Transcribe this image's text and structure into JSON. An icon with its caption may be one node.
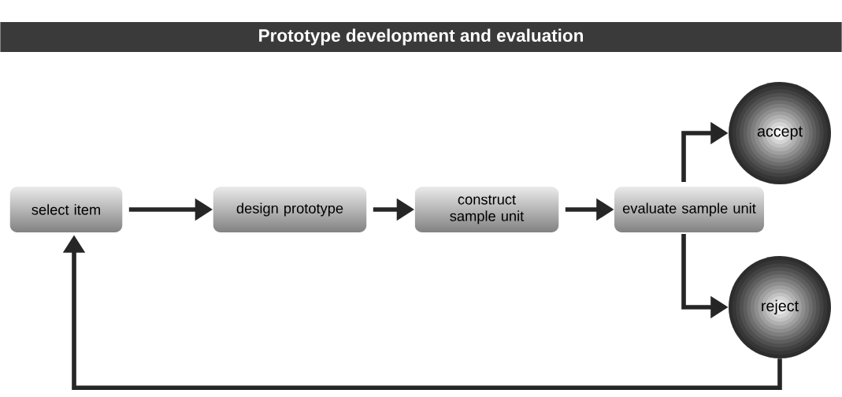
{
  "diagram": {
    "title": "Prototype development and evaluation",
    "nodes": [
      {
        "text": [
          "select item"
        ]
      },
      {
        "text": [
          "design prototype"
        ]
      },
      {
        "text": [
          "construct sample unit"
        ]
      },
      {
        "text": [
          "evaluate sample unit"
        ]
      },
      {
        "text": [
          "accept"
        ]
      },
      {
        "text": [
          "reject"
        ]
      }
    ],
    "edges": [
      {
        "from": 0,
        "to": 1,
        "arrow": "to"
      },
      {
        "from": 1,
        "to": 2,
        "arrow": "to"
      },
      {
        "from": 2,
        "to": 3,
        "arrow": "to"
      },
      {
        "from": 3,
        "to": 4,
        "arrow": "to"
      },
      {
        "from": 3,
        "to": 5,
        "arrow": "to"
      },
      {
        "from": 5,
        "to": 0,
        "arrow": "to"
      }
    ]
  }
}
